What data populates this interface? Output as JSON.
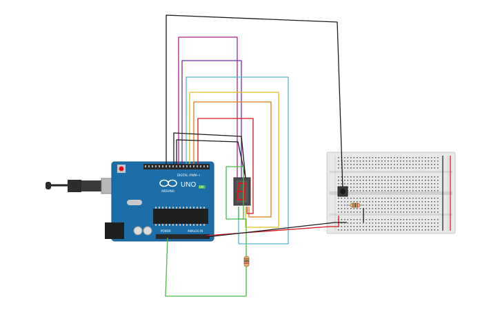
{
  "arduino": {
    "brand": "ARDUINO",
    "model": "UNO",
    "digital_label": "DIGITAL (PWM~)",
    "power_label": "POWER",
    "analog_label": "ANALOG IN",
    "on_label": "ON",
    "board_color": "#1b6ea8"
  },
  "display": {
    "digit": "8",
    "segment_color": "#d8141c"
  },
  "colors": {
    "black": "#1a1a1a",
    "magenta": "#b41e8c",
    "purple": "#6a2fa0",
    "cyan": "#5ab6cf",
    "yellow": "#e8c021",
    "orange": "#e07b14",
    "red": "#d8141c",
    "green": "#4cb848"
  }
}
